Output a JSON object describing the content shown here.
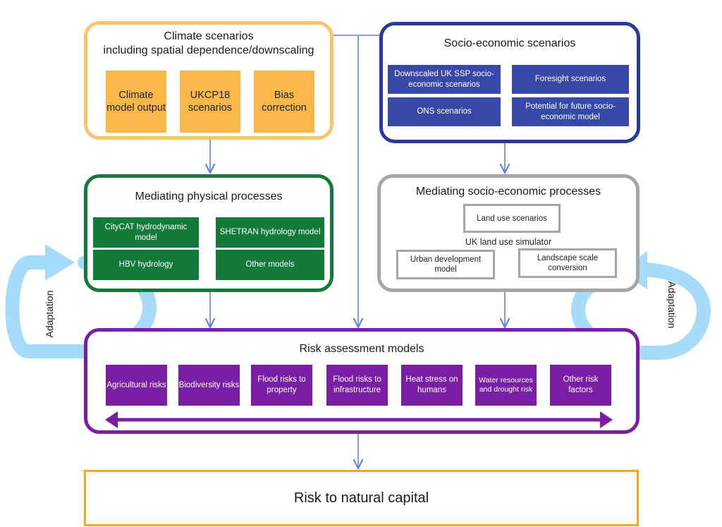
{
  "climate": {
    "title_line1": "Climate scenarios",
    "title_line2": "including spatial dependence/downscaling",
    "boxes": [
      "Climate model output",
      "UKCP18 scenarios",
      "Bias correction"
    ]
  },
  "socio": {
    "title": "Socio-economic scenarios",
    "boxes": [
      "Downscaled UK SSP socio-economic scenarios",
      "Foresight scenarios",
      "ONS scenarios",
      "Potential for future socio-economic model"
    ]
  },
  "physical": {
    "title": "Mediating physical processes",
    "boxes": [
      "CityCAT hydrodynamic model",
      "SHETRAN hydrology model",
      "HBV hydrology",
      "Other models"
    ]
  },
  "socio_processes": {
    "title": "Mediating socio-economic processes",
    "land_use": "Land use scenarios",
    "simulator": "UK land use simulator",
    "urban": "Urban development model",
    "landscape": "Landscape scale conversion"
  },
  "risk": {
    "title": "Risk assessment models",
    "boxes": [
      "Agricultural risks",
      "Biodiversity risks",
      "Flood risks to property",
      "Flood risks to infrastructure",
      "Heat stress on humans",
      "Water resources and drought risk",
      "Other risk factors"
    ]
  },
  "output": {
    "label": "Risk to natural capital"
  },
  "adaptation_left": "Adaptation",
  "adaptation_right": "Adaptation",
  "colors": {
    "climate": "#fbb84a",
    "socio": "#3848a8",
    "physical": "#137a3a",
    "socio_processes": "#a6a6a6",
    "risk": "#7a1ea6",
    "output": "#f5a623",
    "arrow": "#5c7ef0",
    "adaptation": "#a6dcfa"
  }
}
